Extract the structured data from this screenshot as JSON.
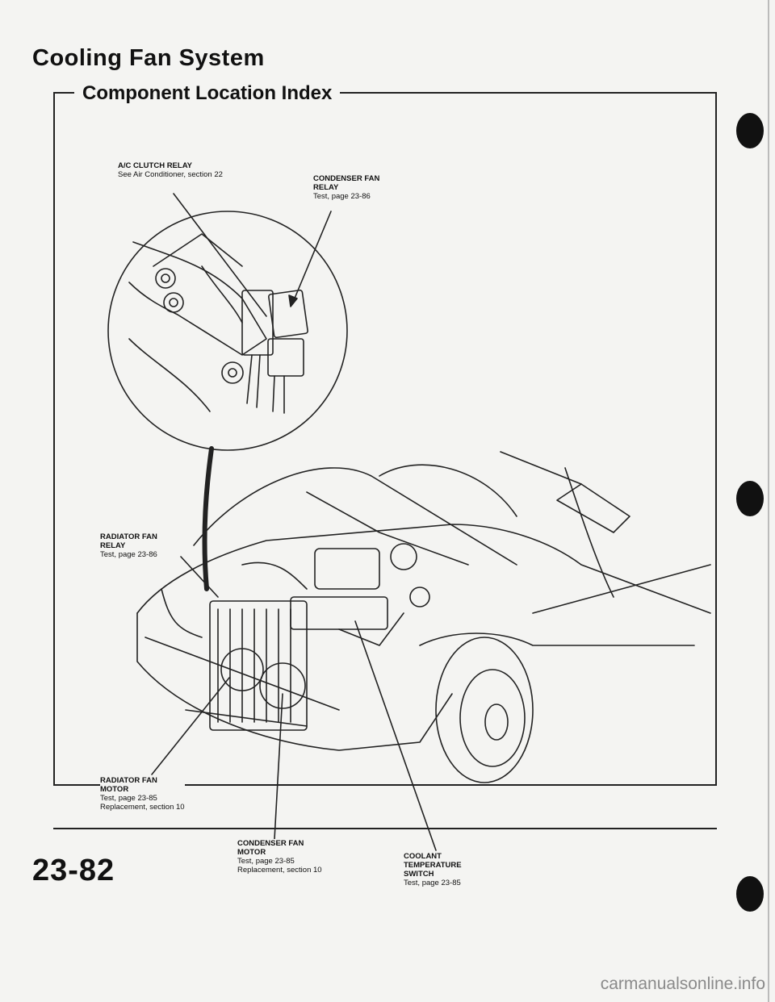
{
  "header": {
    "title": "Cooling Fan System",
    "section": "Component Location Index"
  },
  "components": [
    {
      "id": "ac-clutch-relay",
      "name_lines": [
        "A/C CLUTCH RELAY"
      ],
      "refs": [
        "See Air Conditioner, section 22"
      ]
    },
    {
      "id": "condenser-fan-relay",
      "name_lines": [
        "CONDENSER FAN",
        "RELAY"
      ],
      "refs": [
        "Test, page 23-86"
      ]
    },
    {
      "id": "radiator-fan-relay",
      "name_lines": [
        "RADIATOR FAN",
        "RELAY"
      ],
      "refs": [
        "Test, page 23-86"
      ]
    },
    {
      "id": "radiator-fan-motor",
      "name_lines": [
        "RADIATOR FAN",
        "MOTOR"
      ],
      "refs": [
        "Test, page 23-85",
        "Replacement, section 10"
      ]
    },
    {
      "id": "condenser-fan-motor",
      "name_lines": [
        "CONDENSER FAN",
        "MOTOR"
      ],
      "refs": [
        "Test, page 23-85",
        "Replacement, section 10"
      ]
    },
    {
      "id": "coolant-temperature-switch",
      "name_lines": [
        "COOLANT",
        "TEMPERATURE",
        "SWITCH"
      ],
      "refs": [
        "Test, page 23-85"
      ]
    }
  ],
  "footer": {
    "page_number": "23-82",
    "watermark": "carmanualsonline.info"
  }
}
